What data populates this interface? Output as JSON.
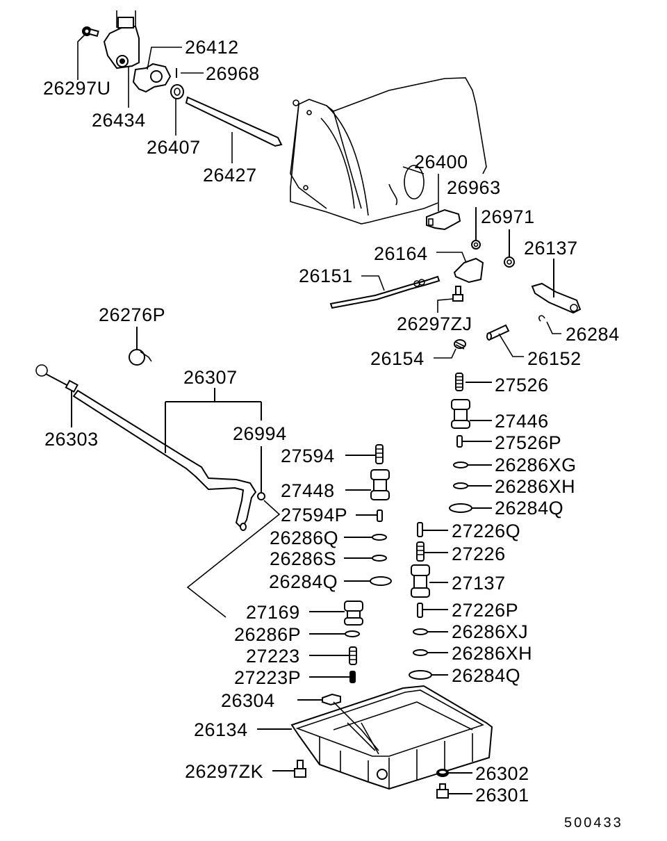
{
  "diagram": {
    "title": "Automatic Transmission Parts Diagram",
    "reference_number": "500433",
    "labels": {
      "p26297U": "26297U",
      "p26434": "26434",
      "p26412": "26412",
      "p26968": "26968",
      "p26407": "26407",
      "p26427": "26427",
      "p26400": "26400",
      "p26963": "26963",
      "p26971": "26971",
      "p26137": "26137",
      "p26164": "26164",
      "p26151": "26151",
      "p26297ZJ": "26297ZJ",
      "p26284": "26284",
      "p26154": "26154",
      "p26152": "26152",
      "p26276P": "26276P",
      "p26307": "26307",
      "p26303": "26303",
      "p26994": "26994",
      "p27526": "27526",
      "p27446": "27446",
      "p27526P": "27526P",
      "p26286XG": "26286XG",
      "p26286XH_a": "26286XH",
      "p26284Q_a": "26284Q",
      "p27594": "27594",
      "p27448": "27448",
      "p27594P": "27594P",
      "p26286Q": "26286Q",
      "p26286S": "26286S",
      "p26284Q_b": "26284Q",
      "p27226Q": "27226Q",
      "p27226": "27226",
      "p27137": "27137",
      "p27226P": "27226P",
      "p26286XJ": "26286XJ",
      "p26286XH_b": "26286XH",
      "p26284Q_c": "26284Q",
      "p27169": "27169",
      "p26286P": "26286P",
      "p27223": "27223",
      "p27223P": "27223P",
      "p26304": "26304",
      "p26134": "26134",
      "p26297ZK": "26297ZK",
      "p26302": "26302",
      "p26301": "26301"
    }
  }
}
